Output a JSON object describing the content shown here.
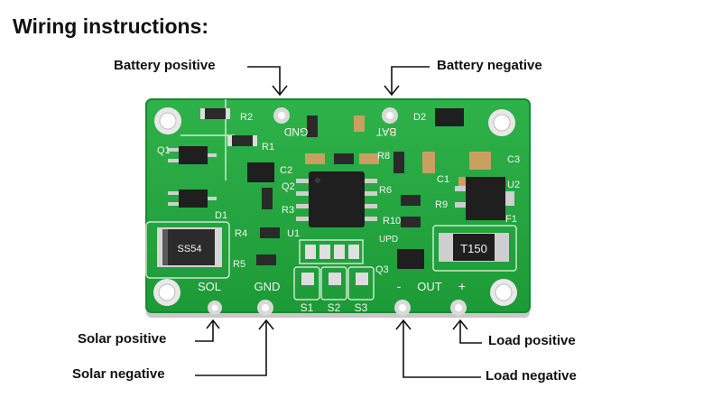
{
  "title": "Wiring instructions:",
  "labels": {
    "battery_positive": "Battery positive",
    "battery_negative": "Battery negative",
    "solar_positive": "Solar positive",
    "solar_negative": "Solar negative",
    "load_positive": "Load positive",
    "load_negative": "Load negative"
  },
  "board": {
    "silk": {
      "gnd_top": "GND",
      "bat": "BAT",
      "sol": "SOL",
      "gnd_bottom": "GND",
      "out": "OUT",
      "minus": "-",
      "plus": "+",
      "s1": "S1",
      "s2": "S2",
      "s3": "S3",
      "r2": "R2",
      "r1": "R1",
      "r3": "R3",
      "r4": "R4",
      "r5": "R5",
      "r6": "R6",
      "r8": "R8",
      "r9": "R9",
      "r10": "R10",
      "c1": "C1",
      "c2": "C2",
      "c3": "C3",
      "q1": "Q1",
      "q2": "Q2",
      "q3": "Q3",
      "d1": "D1",
      "d2": "D2",
      "u1": "U1",
      "u2": "U2",
      "f1": "F1",
      "t150": "T150",
      "ss54": "SS54",
      "upd": "UPD"
    }
  }
}
